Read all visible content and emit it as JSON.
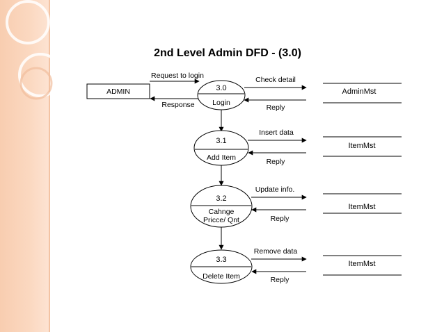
{
  "title": "2nd Level Admin DFD - (3.0)",
  "entity": {
    "label": "ADMIN"
  },
  "entity_flows": {
    "request": "Request to login",
    "response": "Response"
  },
  "processes": [
    {
      "id": "3.0",
      "name_lines": [
        "Login"
      ]
    },
    {
      "id": "3.1",
      "name_lines": [
        "Add Item"
      ]
    },
    {
      "id": "3.2",
      "name_lines": [
        "Cahnge",
        "Pricce/ Qnt"
      ]
    },
    {
      "id": "3.3",
      "name_lines": [
        "Delete Item"
      ]
    }
  ],
  "data_stores": [
    "AdminMst",
    "ItemMst",
    "ItemMst",
    "ItemMst"
  ],
  "flows": [
    {
      "out": "Check detail",
      "in": "Reply"
    },
    {
      "out": "Insert data",
      "in": "Reply"
    },
    {
      "out": "Update info.",
      "in": "Reply"
    },
    {
      "out": "Remove data",
      "in": "Reply"
    }
  ],
  "colors": {
    "sidebar": "#f8cdb0",
    "ring": "#ffffff",
    "line": "#000000"
  }
}
